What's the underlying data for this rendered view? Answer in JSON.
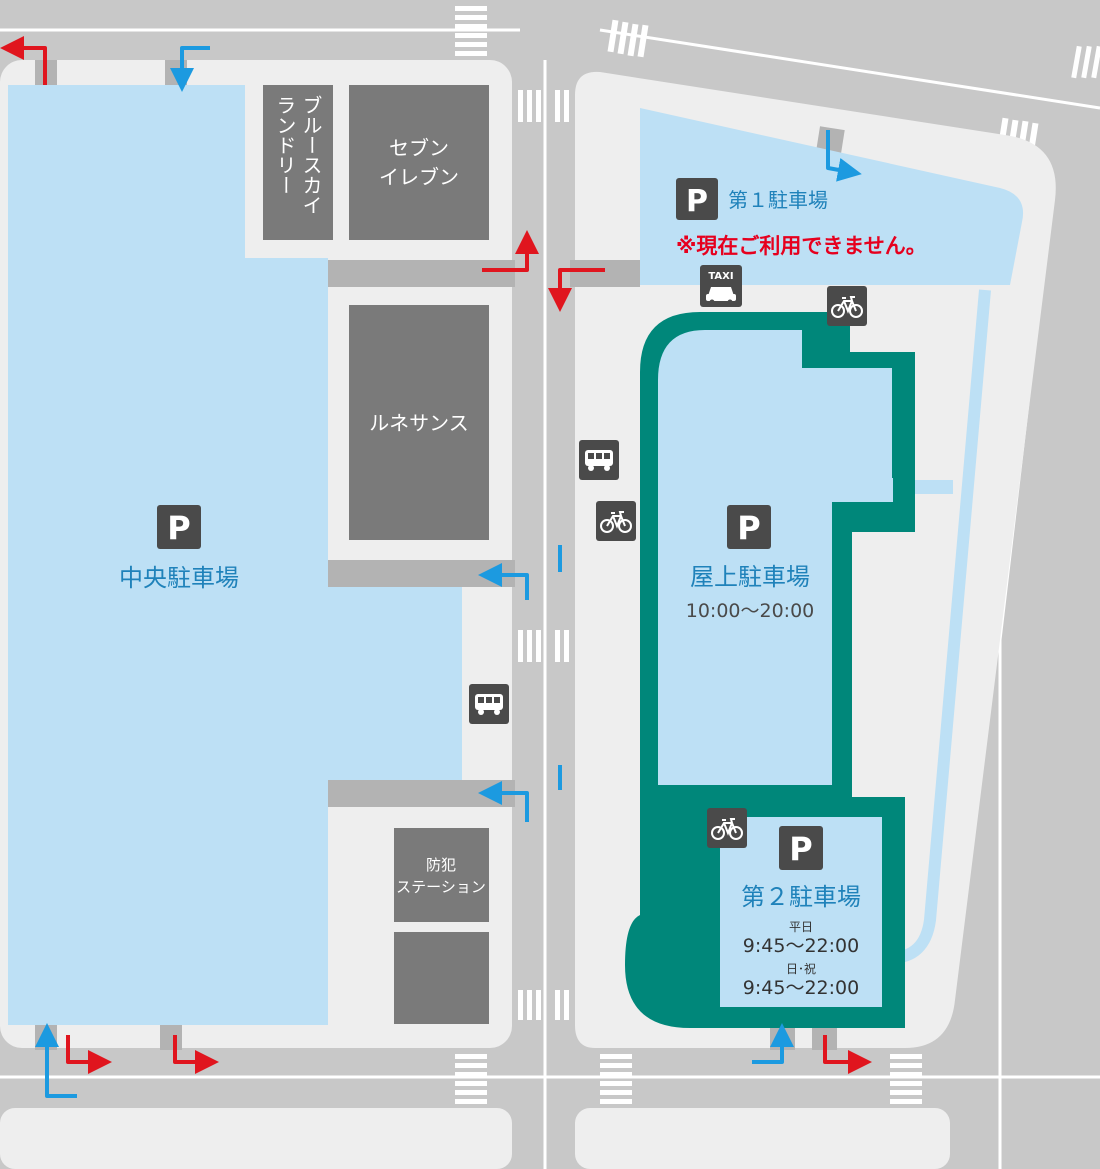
{
  "colors": {
    "road": "#c8c8c8",
    "block": "#eeeeee",
    "lot": "#bde0f5",
    "building": "#7a7a7a",
    "green": "#00877a",
    "label_blue": "#1f82ba",
    "warning_red": "#e6001e",
    "arrow_in": "#1c9ae0",
    "arrow_out": "#e0151e",
    "icon_bg": "#4a4a4a"
  },
  "buildings": {
    "bluesky": {
      "line1": "ブルースカイ",
      "line2": "ランドリー"
    },
    "seven": {
      "line1": "セブン",
      "line2": "イレブン"
    },
    "renaissance": "ルネサンス",
    "police": {
      "line1": "防犯",
      "line2": "ステーション"
    }
  },
  "parking": {
    "symbol": "P",
    "central": {
      "name": "中央駐車場"
    },
    "lot1": {
      "name": "第１駐車場",
      "notice": "※現在ご利用できません。"
    },
    "rooftop": {
      "name": "屋上駐車場",
      "hours": "10:00〜20:00"
    },
    "lot2": {
      "name": "第２駐車場",
      "weekday_label": "平日",
      "weekday_hours": "9:45〜22:00",
      "holiday_label": "日･祝",
      "holiday_hours": "9:45〜22:00"
    }
  },
  "icons": {
    "taxi_label": "TAXI",
    "taxi": "taxi-icon",
    "bus": "bus-icon",
    "bicycle": "bicycle-icon"
  }
}
